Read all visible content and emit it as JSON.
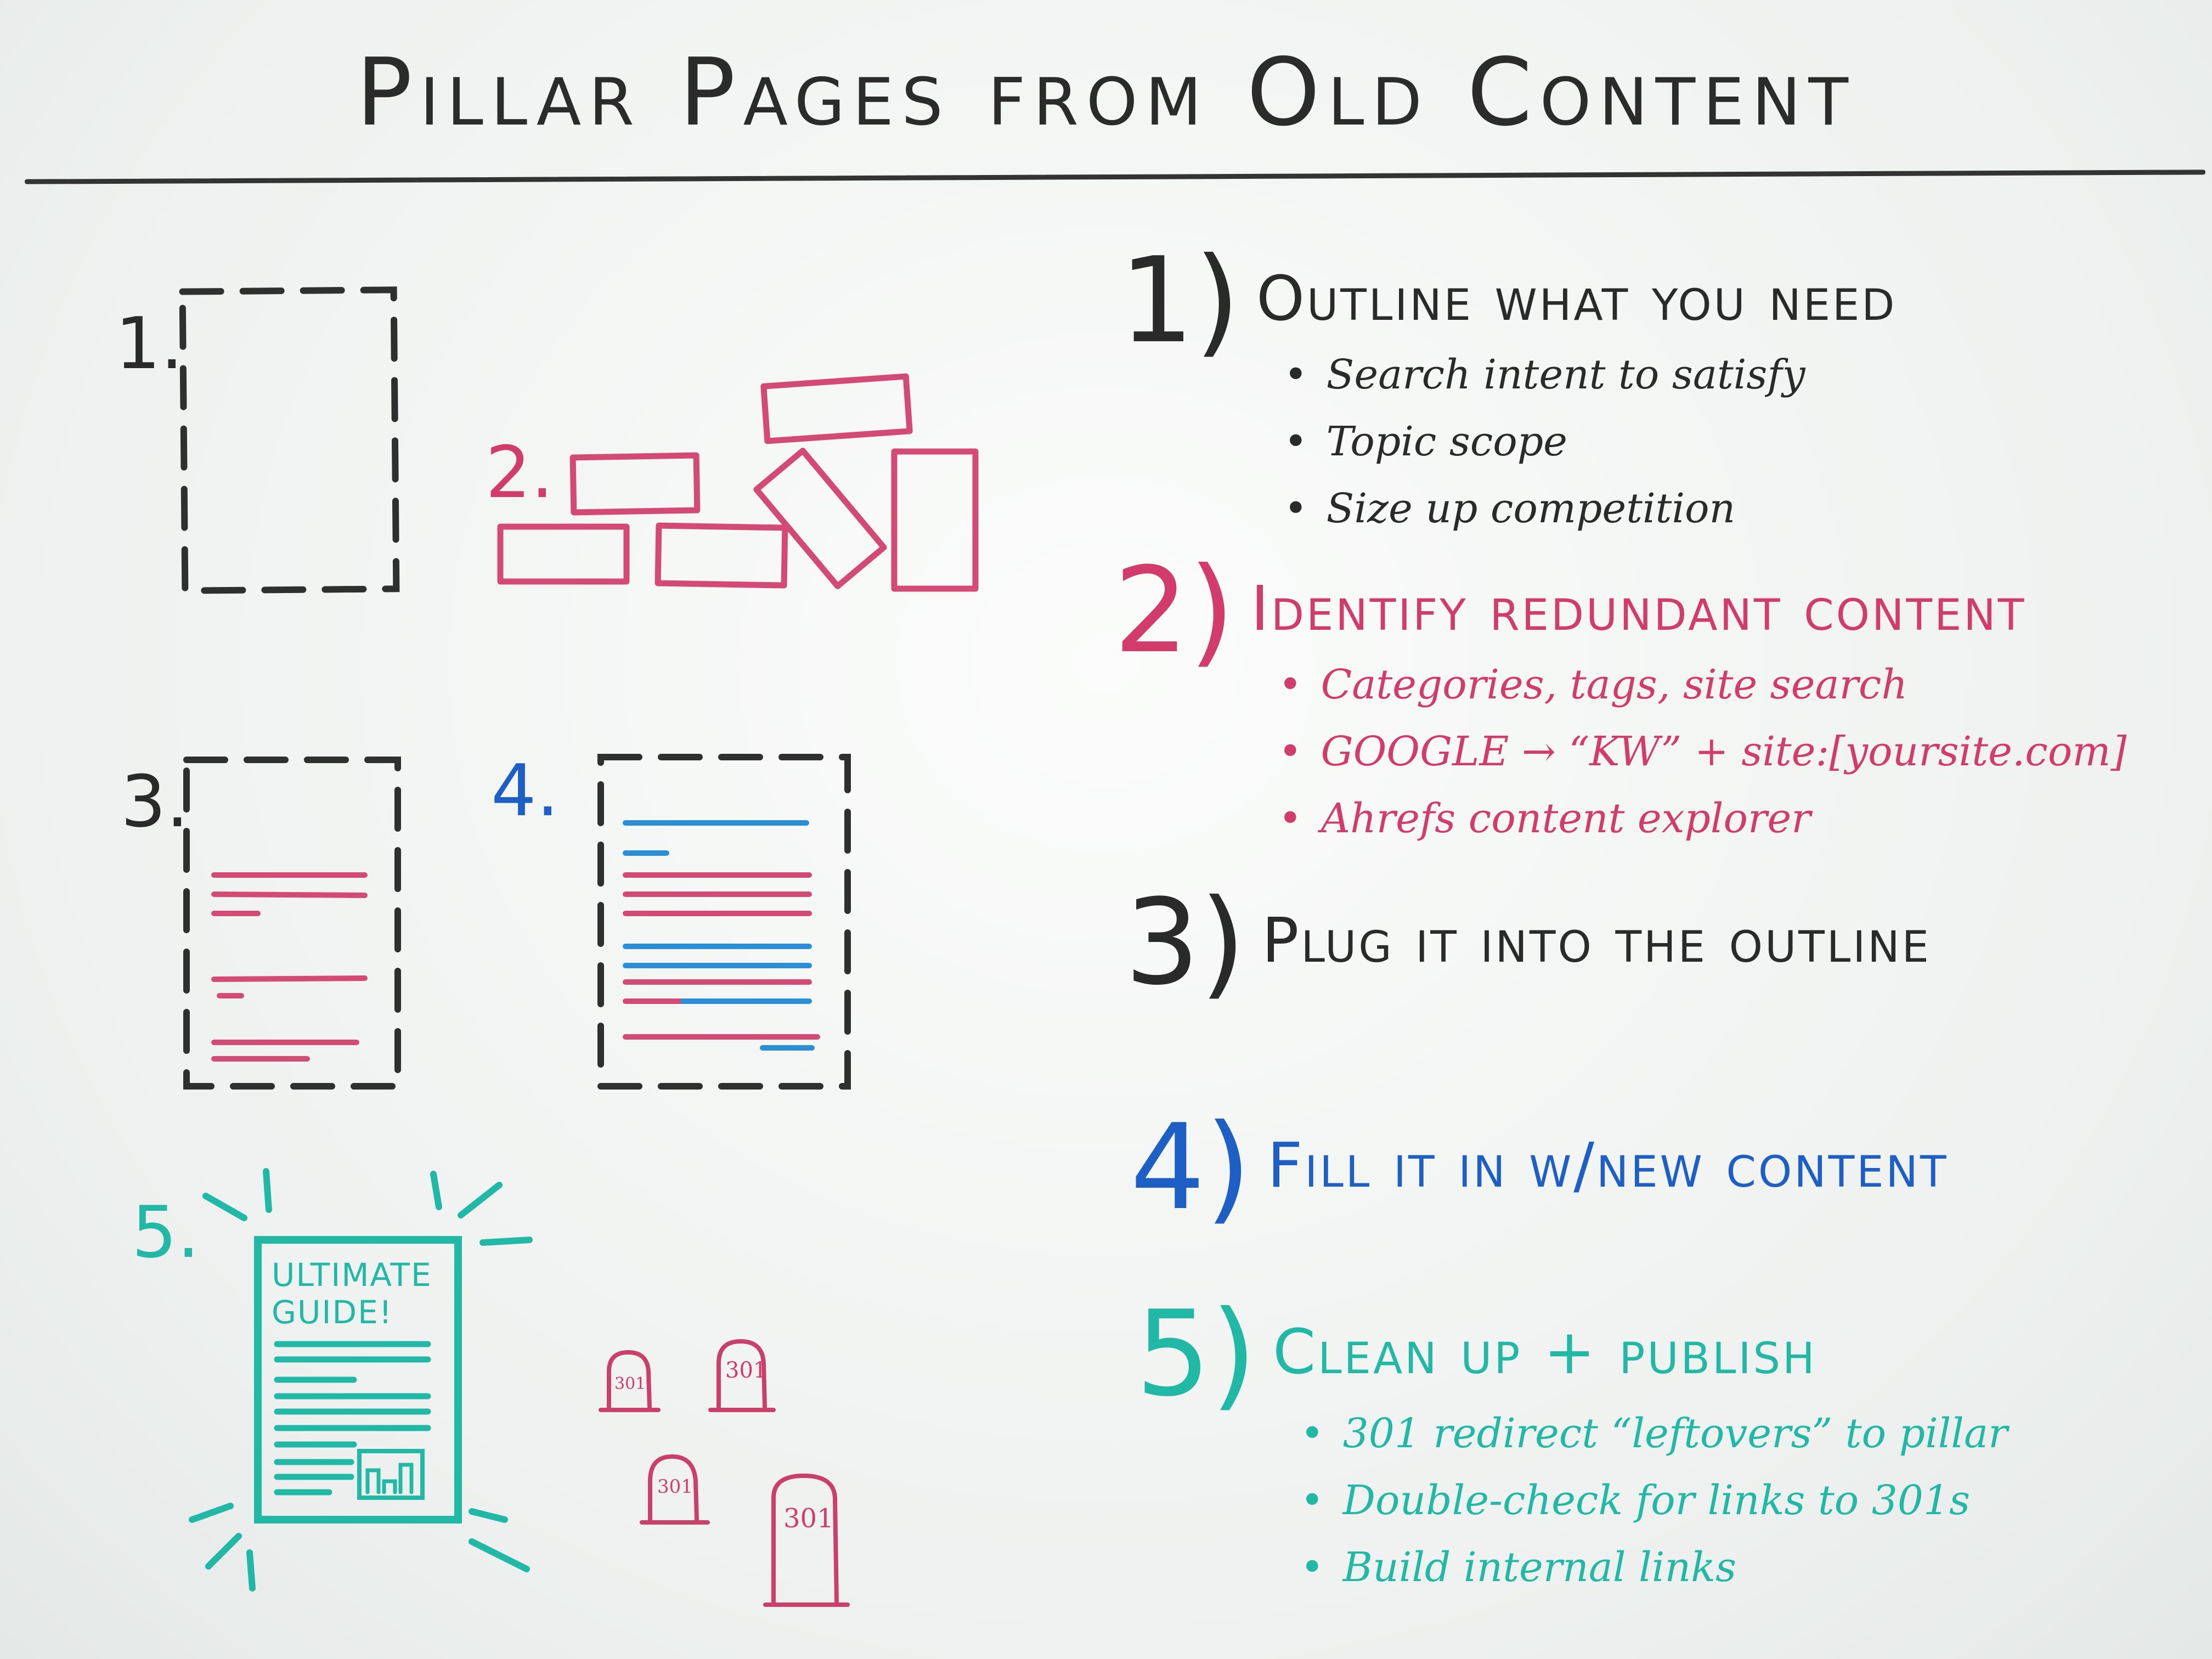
{
  "title": "Pillar Pages from Old Content",
  "figures": [
    {
      "label": "1."
    },
    {
      "label": "2."
    },
    {
      "label": "3."
    },
    {
      "label": "4."
    },
    {
      "label": "5."
    }
  ],
  "guide_card": {
    "line1": "ULTIMATE",
    "line2": "GUIDE!"
  },
  "tombstone_text": "301",
  "steps": [
    {
      "num": "1)",
      "heading": "Outline what you need",
      "bullets": [
        "Search intent to satisfy",
        "Topic scope",
        "Size up competition"
      ]
    },
    {
      "num": "2)",
      "heading": "Identify redundant content",
      "bullets": [
        "Categories, tags, site search",
        "GOOGLE → “KW” + site:[yoursite.com]",
        "Ahrefs content explorer"
      ]
    },
    {
      "num": "3)",
      "heading": "Plug it into the outline",
      "bullets": []
    },
    {
      "num": "4)",
      "heading": "Fill it in w/new content",
      "bullets": []
    },
    {
      "num": "5)",
      "heading": "Clean up + publish",
      "bullets": [
        "301 redirect “leftovers” to pillar",
        "Double-check for links to 301s",
        "Build internal links"
      ]
    }
  ],
  "colors": {
    "black": "#2a2a2a",
    "pink": "#d23c6c",
    "blue": "#1d5fc4",
    "teal": "#22b8a6"
  }
}
